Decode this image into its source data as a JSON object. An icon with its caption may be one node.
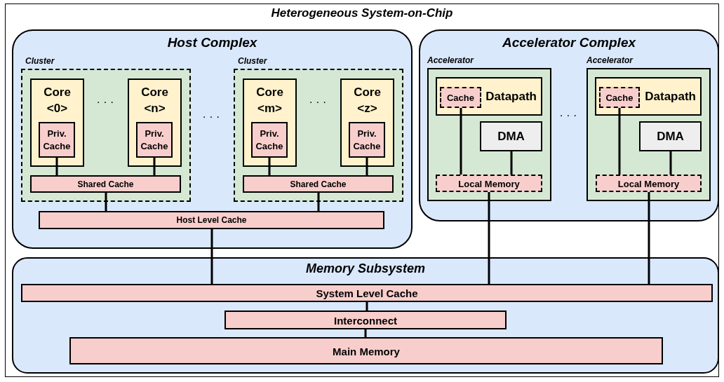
{
  "diagram": {
    "nodes": [
      {
        "text": [
          "Heterogeneous System-on-Chip"
        ]
      },
      {
        "text": [
          "Host Complex"
        ],
        "in": 0
      },
      {
        "text": [
          "Cluster"
        ],
        "in": 1
      },
      {
        "text": [
          "Core <0>"
        ],
        "in": 2
      },
      {
        "text": [
          "Priv. Cache"
        ],
        "in": 3
      },
      {
        "text": [
          "Core <n>"
        ],
        "in": 2
      },
      {
        "text": [
          "Priv. Cache"
        ],
        "in": 5
      },
      {
        "text": [
          "Shared Cache"
        ],
        "in": 2
      },
      {
        "text": [
          "Cluster"
        ],
        "in": 1
      },
      {
        "text": [
          "Core <m>"
        ],
        "in": 8
      },
      {
        "text": [
          "Priv. Cache"
        ],
        "in": 9
      },
      {
        "text": [
          "Core <z>"
        ],
        "in": 8
      },
      {
        "text": [
          "Priv. Cache"
        ],
        "in": 11
      },
      {
        "text": [
          "Shared Cache"
        ],
        "in": 8
      },
      {
        "text": [
          "Host Level Cache"
        ],
        "in": 1
      },
      {
        "text": [
          "Accelerator Complex"
        ],
        "in": 0
      },
      {
        "text": [
          "Accelerator"
        ],
        "in": 15
      },
      {
        "text": [
          "Datapath"
        ],
        "in": 16
      },
      {
        "text": [
          "Cache"
        ],
        "in": 17
      },
      {
        "text": [
          "DMA"
        ],
        "in": 16
      },
      {
        "text": [
          "Local Memory"
        ],
        "in": 16
      },
      {
        "text": [
          "Accelerator"
        ],
        "in": 15
      },
      {
        "text": [
          "Datapath"
        ],
        "in": 21
      },
      {
        "text": [
          "Cache"
        ],
        "in": 22
      },
      {
        "text": [
          "DMA"
        ],
        "in": 21
      },
      {
        "text": [
          "Local Memory"
        ],
        "in": 21
      },
      {
        "text": [
          "Memory Subsystem"
        ],
        "in": 0
      },
      {
        "text": [
          "System Level Cache"
        ],
        "in": 26
      },
      {
        "text": [
          "Interconnect"
        ],
        "in": 26
      },
      {
        "text": [
          "Main Memory"
        ],
        "in": 26
      }
    ],
    "edges": [
      {
        "from": 4,
        "to": 7,
        "arrow": "none"
      },
      {
        "from": 6,
        "to": 7,
        "arrow": "none"
      },
      {
        "from": 10,
        "to": 13,
        "arrow": "none"
      },
      {
        "from": 12,
        "to": 13,
        "arrow": "none"
      },
      {
        "from": 7,
        "to": 14,
        "arrow": "none"
      },
      {
        "from": 13,
        "to": 14,
        "arrow": "none"
      },
      {
        "from": 14,
        "to": 27,
        "arrow": "none"
      },
      {
        "from": 18,
        "to": 20,
        "arrow": "none"
      },
      {
        "from": 19,
        "to": 20,
        "arrow": "none"
      },
      {
        "from": 23,
        "to": 25,
        "arrow": "none"
      },
      {
        "from": 24,
        "to": 25,
        "arrow": "none"
      },
      {
        "from": 20,
        "to": 27,
        "arrow": "none"
      },
      {
        "from": 25,
        "to": 27,
        "arrow": "none"
      },
      {
        "from": 27,
        "to": 28,
        "arrow": "none"
      },
      {
        "from": 28,
        "to": 29,
        "arrow": "none"
      }
    ],
    "labels": [
      "· · ·",
      "· · ·",
      "· · ·",
      "· · ·"
    ]
  }
}
